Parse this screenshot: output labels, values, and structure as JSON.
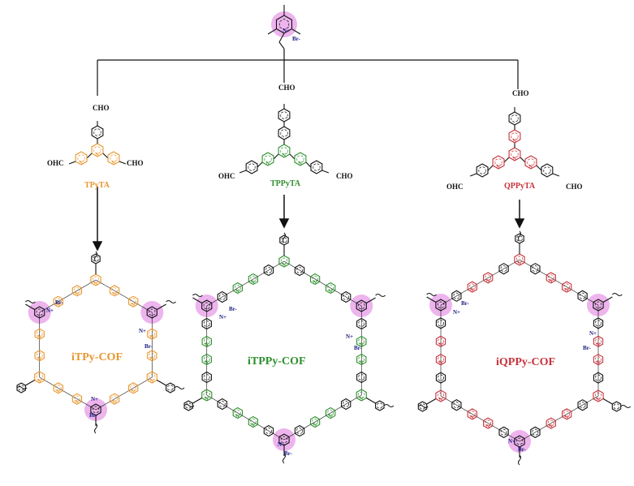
{
  "colors": {
    "orange": "#e8962e",
    "green": "#2e8f2e",
    "red": "#c8323a",
    "black": "#111111",
    "highlight": "#e79be7"
  },
  "reagent": {
    "cation": "N+",
    "anion": "Br-"
  },
  "groups": {
    "cho": "CHO",
    "ohc": "OHC"
  },
  "monomers": [
    {
      "name": "TPyTA",
      "color": "orange"
    },
    {
      "name": "TPPyTA",
      "color": "green"
    },
    {
      "name": "QPPyTA",
      "color": "red"
    }
  ],
  "products": [
    {
      "name": "iTPy-COF",
      "color": "orange"
    },
    {
      "name": "iTPPy-COF",
      "color": "green"
    },
    {
      "name": "iQPPy-COF",
      "color": "red"
    }
  ],
  "icons": [
    "pyridinium-ring",
    "benzene-ring",
    "pyridine-ring",
    "wavy-bond",
    "reaction-arrow"
  ]
}
